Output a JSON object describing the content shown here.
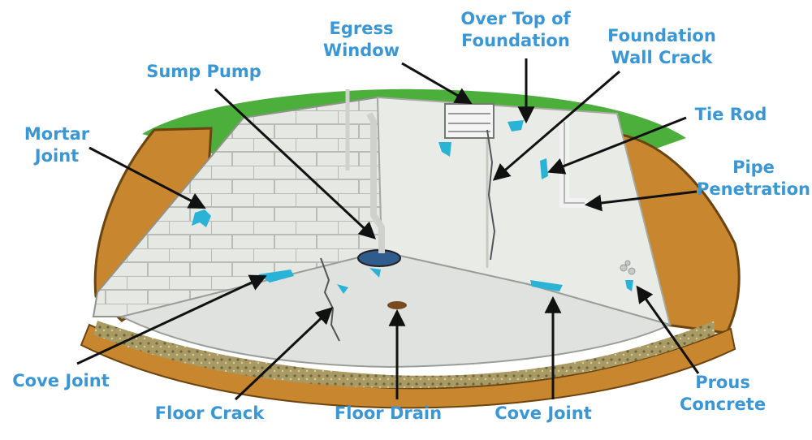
{
  "diagram": {
    "labels": {
      "egress_window": [
        "Egress",
        "Window"
      ],
      "over_top_of_foundation": [
        "Over Top of",
        "Foundation"
      ],
      "foundation_wall_crack": [
        "Foundation",
        "Wall Crack"
      ],
      "sump_pump": [
        "Sump Pump"
      ],
      "tie_rod": [
        "Tie Rod"
      ],
      "mortar_joint": [
        "Mortar",
        "Joint"
      ],
      "pipe_penetration": [
        "Pipe",
        "Penetration"
      ],
      "cove_joint_left": [
        "Cove Joint"
      ],
      "prous_concrete": [
        "Prous",
        "Concrete"
      ],
      "floor_crack": [
        "Floor Crack"
      ],
      "floor_drain": [
        "Floor Drain"
      ],
      "cove_joint_right": [
        "Cove Joint"
      ]
    },
    "colors": {
      "label_text": "#3b97d4",
      "leader_line": "#111111",
      "grass": "#4caf3c",
      "soil": "#c8862e",
      "block_wall": "#e6e8e4",
      "poured_wall": "#e9ebe6",
      "floor": "#e0e2df",
      "leak": "#29b3d6"
    }
  }
}
